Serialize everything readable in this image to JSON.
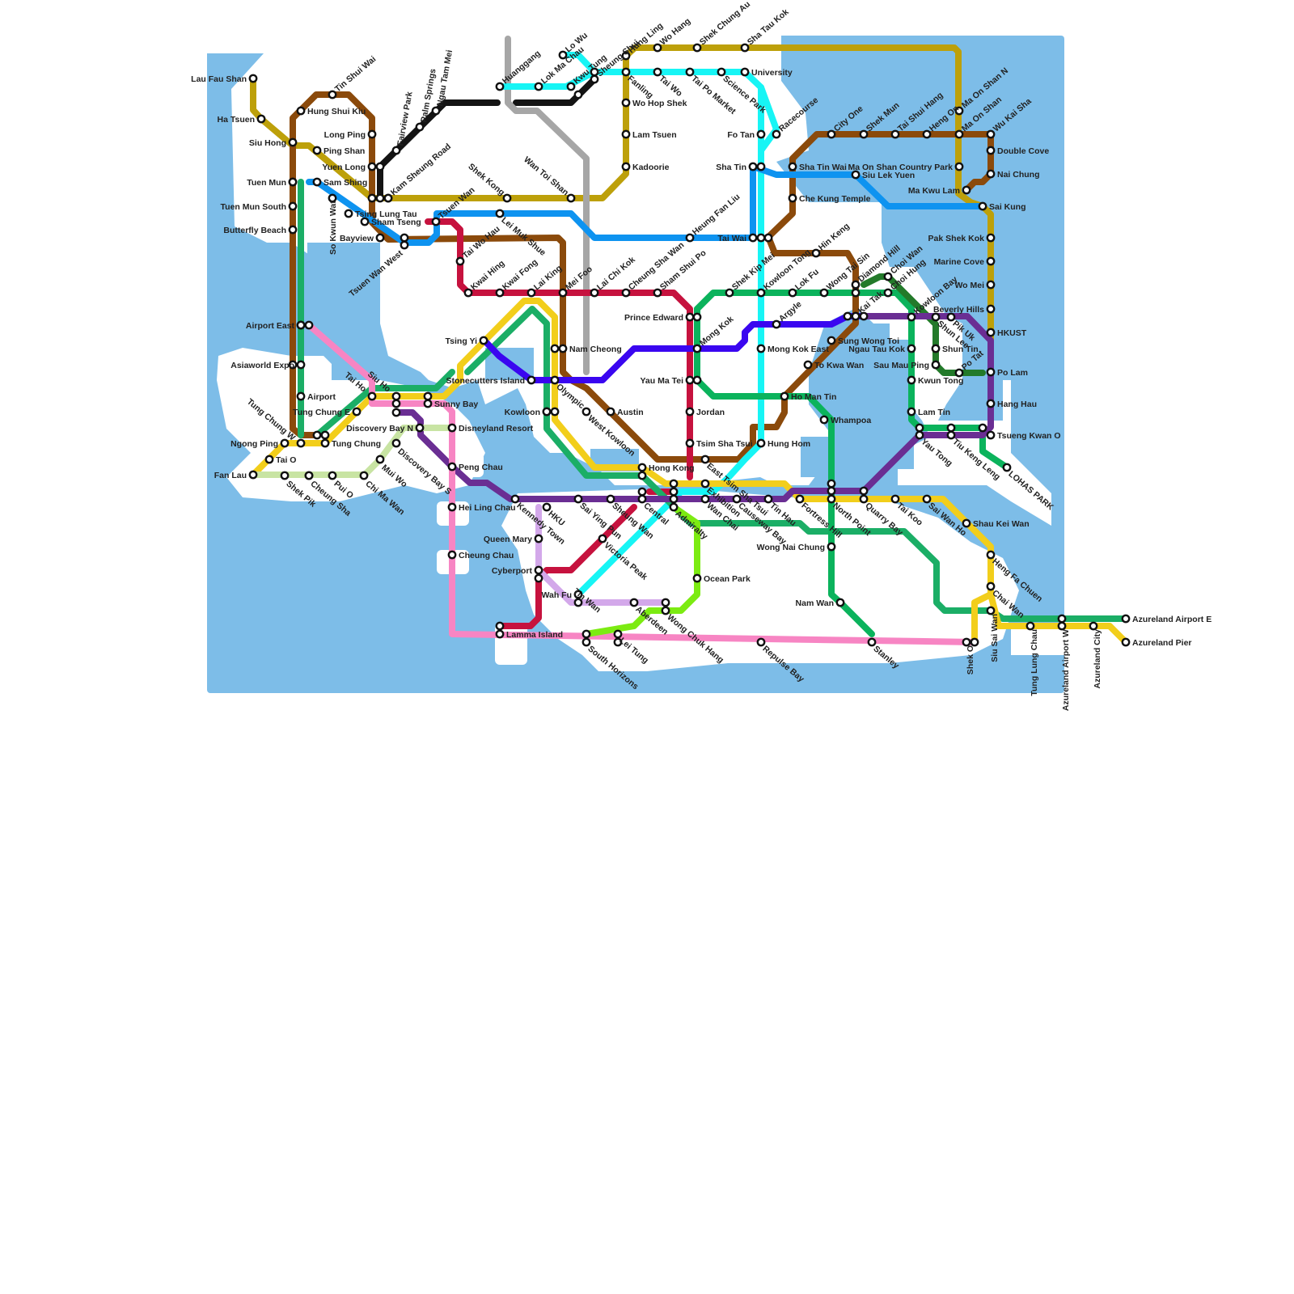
{
  "lines": [
    {
      "name": "olive",
      "color": "#BDA00A"
    },
    {
      "name": "brown",
      "color": "#8B4A0B"
    },
    {
      "name": "black",
      "color": "#141414"
    },
    {
      "name": "grey",
      "color": "#A6A6A6"
    },
    {
      "name": "cyan",
      "color": "#17F5F5"
    },
    {
      "name": "blue",
      "color": "#0E93F0"
    },
    {
      "name": "crimson",
      "color": "#C6123E"
    },
    {
      "name": "green",
      "color": "#1BAE66"
    },
    {
      "name": "emerald",
      "color": "#0BB35C"
    },
    {
      "name": "dark-green",
      "color": "#237A2A"
    },
    {
      "name": "yellow",
      "color": "#F2CE1B"
    },
    {
      "name": "indigo",
      "color": "#3A06F0"
    },
    {
      "name": "purple",
      "color": "#6A2E93"
    },
    {
      "name": "lilac",
      "color": "#D3A8EA"
    },
    {
      "name": "pink",
      "color": "#F785C3"
    },
    {
      "name": "pale-green",
      "color": "#C8E4A3"
    },
    {
      "name": "lime",
      "color": "#7CEB12"
    }
  ],
  "colors": {
    "water": "#7DBDE8",
    "land": "#FFFFFF"
  },
  "stations": [
    "Lau Fau Shan",
    "Ha Tsuen",
    "Siu Hong",
    "Tuen Mun",
    "Tuen Mun South",
    "Butterfly Beach",
    "Airport East",
    "Asiaworld Expo",
    "Tung Chung W",
    "Ngong Ping",
    "Tai O",
    "Fan Lau",
    "Shek Pik",
    "Cheung Sha",
    "Pui O",
    "Chi Ma Wan",
    "Mui Wo",
    "Discovery Bay S",
    "Discovery Bay N",
    "Disneyland Resort",
    "Sunny Bay",
    "Siu Ho",
    "Tai Ho",
    "Tung Chung E",
    "Tung Chung",
    "Airport",
    "Hung Shui Kiu",
    "Tin Shui Wai",
    "Ping Shan",
    "Long Ping",
    "Yuen Long",
    "Sam Shing",
    "So Kwun Wat",
    "Tsing Lung Tau",
    "Sham Tseng",
    "Bayview",
    "Tsuen Wan West",
    "Kam Sheung Road",
    "Fairview Park",
    "Palm Springs",
    "Ngau Tam Mei",
    "Tsuen Wan",
    "Tai Wo Hau",
    "Kwai Hing",
    "Kwai Fong",
    "Lai King",
    "Mei Foo",
    "Lai Chi Kok",
    "Cheung Sha Wan",
    "Sham Shui Po",
    "Prince Edward",
    "Mong Kok",
    "Yau Ma Tei",
    "Jordan",
    "Tsim Sha Tsui",
    "Hung Hom",
    "Ho Man Tin",
    "Whampoa",
    "Tsing Yi",
    "Stonecutters Island",
    "Olympic",
    "Nam Cheong",
    "Kowloon",
    "West Kowloon",
    "Austin",
    "Hong Kong",
    "Central",
    "Admiralty",
    "Wan Chai",
    "Causeway Bay",
    "Tin Hau",
    "Fortress Hill",
    "North Point",
    "Quarry Bay",
    "Tai Koo",
    "Sai Wan Ho",
    "Shau Kei Wan",
    "Heng Fa Chuen",
    "Chai Wan",
    "Siu Sai Wan",
    "Shek O",
    "Tung Lung Chau",
    "Azureland Airport W",
    "Azureland City",
    "Azureland Airport E",
    "Azureland Pier",
    "Kennedy Town",
    "HKU",
    "Sai Ying Pun",
    "Sheung Wan",
    "Victoria Peak",
    "Tin Wan",
    "Wah Fu",
    "Aberdeen",
    "Wong Chuk Hang",
    "Ocean Park",
    "Lei Tung",
    "South Horizons",
    "Lamma Island",
    "Cyberport",
    "Queen Mary",
    "Peng Chau",
    "Hei Ling Chau",
    "Cheung Chau",
    "Repulse Bay",
    "Stanley",
    "Nam Wan",
    "Wong Nai Chung",
    "Huanggang",
    "Lok Ma Chau",
    "Lo Wu",
    "Kwu Tung",
    "Sheung Shui",
    "Fanling",
    "Hung Ling",
    "Wo Hang",
    "Shek Chung Au",
    "Sha Tau Kok",
    "Tai Wo",
    "Tai Po Market",
    "Science Park",
    "University",
    "Wo Hop Shek",
    "Lam Tsuen",
    "Kadoorie",
    "Shek Kong",
    "Wan Toi Shan",
    "Lei Muk Shue",
    "Heung Fan Liu",
    "Fo Tan",
    "Racecourse",
    "Sha Tin",
    "Sha Tin Wai",
    "Che Kung Temple",
    "Tai Wai",
    "Hin Keng",
    "Shek Kip Mei",
    "Kowloon Tong",
    "Lok Fu",
    "Wong Tai Sin",
    "Diamond Hill",
    "Choi Wan",
    "Choi Hung",
    "Kai Tak",
    "Sung Wong Toi",
    "To Kwa Wan",
    "Argyle",
    "Mong Kok East",
    "East Tsim Sha Tsui",
    "Exhibition",
    "City One",
    "Shek Mun",
    "Tai Shui Hang",
    "Heng On",
    "Ma On Shan",
    "Ma On Shan N",
    "Wu Kai Sha",
    "Double Cove",
    "Nai Chung",
    "Ma On Shan Country Park",
    "Siu Lek Yuen",
    "Ma Kwu Lam",
    "Sai Kung",
    "Pak Shek Kok",
    "Marine Cove",
    "Wo Mei",
    "Beverly Hills",
    "HKUST",
    "Po Lam",
    "Hang Hau",
    "Tsueng Kwan O",
    "LOHAS PARK",
    "Kowloon Bay",
    "Ngau Tau Kok",
    "Kwun Tong",
    "Lam Tin",
    "Yau Tong",
    "Tiu Keng Leng",
    "Shun Lee",
    "Shun Tin",
    "Sau Mau Ping",
    "Po Tat",
    "Pik Uk"
  ]
}
